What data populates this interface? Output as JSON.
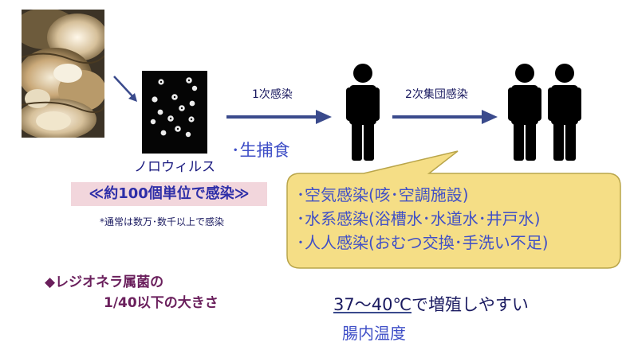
{
  "labels": {
    "norovirus": "ノロウィルス",
    "first_infection": "1次感染",
    "second_infection": "2次集団感染",
    "raw_eating": "･生捕食",
    "size_badge": "≪約100個単位で感染≫",
    "footnote": "*通常は数万･数千以上で感染",
    "legionella_line1": "◆レジオネラ属菌の",
    "legionella_line2": "1/40以下の大きさ",
    "temp_line_prefix": "37～40℃",
    "temp_line_suffix": "で増殖しやすい",
    "temp_line2": "腸内温度"
  },
  "routes": [
    "･空気感染(咳･空調施設)",
    "･水系感染(浴槽水･水道水･井戸水)",
    "･人人感染(おむつ交換･手洗い不足)"
  ],
  "colors": {
    "arrow": "#3a4a8c",
    "blue_text": "#3f4fc7",
    "purple_text": "#6a1f5c",
    "bubble_fill": "#f5de86",
    "bubble_stroke": "#b9a54a",
    "badge_fill": "#f2d6dc",
    "badge_text": "#2e2ea8"
  }
}
